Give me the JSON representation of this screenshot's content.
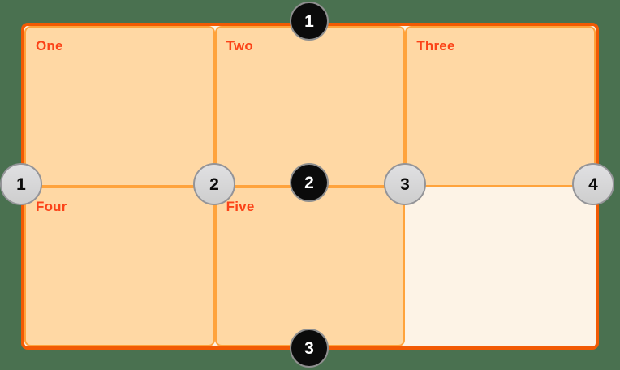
{
  "diagram": {
    "type": "css-grid-line-numbers-illustration",
    "background_color": "#4a7150",
    "container": {
      "border_color": "#f25a04",
      "background_color": "#fdf3e6",
      "columns": 3,
      "rows": 2
    },
    "cell_style": {
      "fill_color": "#ffd8a4",
      "border_color": "#ffa33c",
      "label_color": "#fb4318",
      "empty_cell_fill": "#fdf3e6"
    },
    "cells": [
      {
        "label": "One",
        "filled": true
      },
      {
        "label": "Two",
        "filled": true
      },
      {
        "label": "Three",
        "filled": true
      },
      {
        "label": "Four",
        "filled": true
      },
      {
        "label": "Five",
        "filled": true
      },
      {
        "label": "",
        "filled": false
      }
    ],
    "row_line_badges": [
      {
        "number": "1"
      },
      {
        "number": "2"
      },
      {
        "number": "3"
      }
    ],
    "column_line_badges": [
      {
        "number": "1"
      },
      {
        "number": "2"
      },
      {
        "number": "3"
      },
      {
        "number": "4"
      }
    ],
    "badge_colors": {
      "row_fill": "#0b0b0b",
      "row_text": "#ffffff",
      "row_border": "#8f8f8f",
      "column_fill": "#d8d8da",
      "column_text": "#0b0b0b",
      "column_border": "#949498"
    }
  }
}
